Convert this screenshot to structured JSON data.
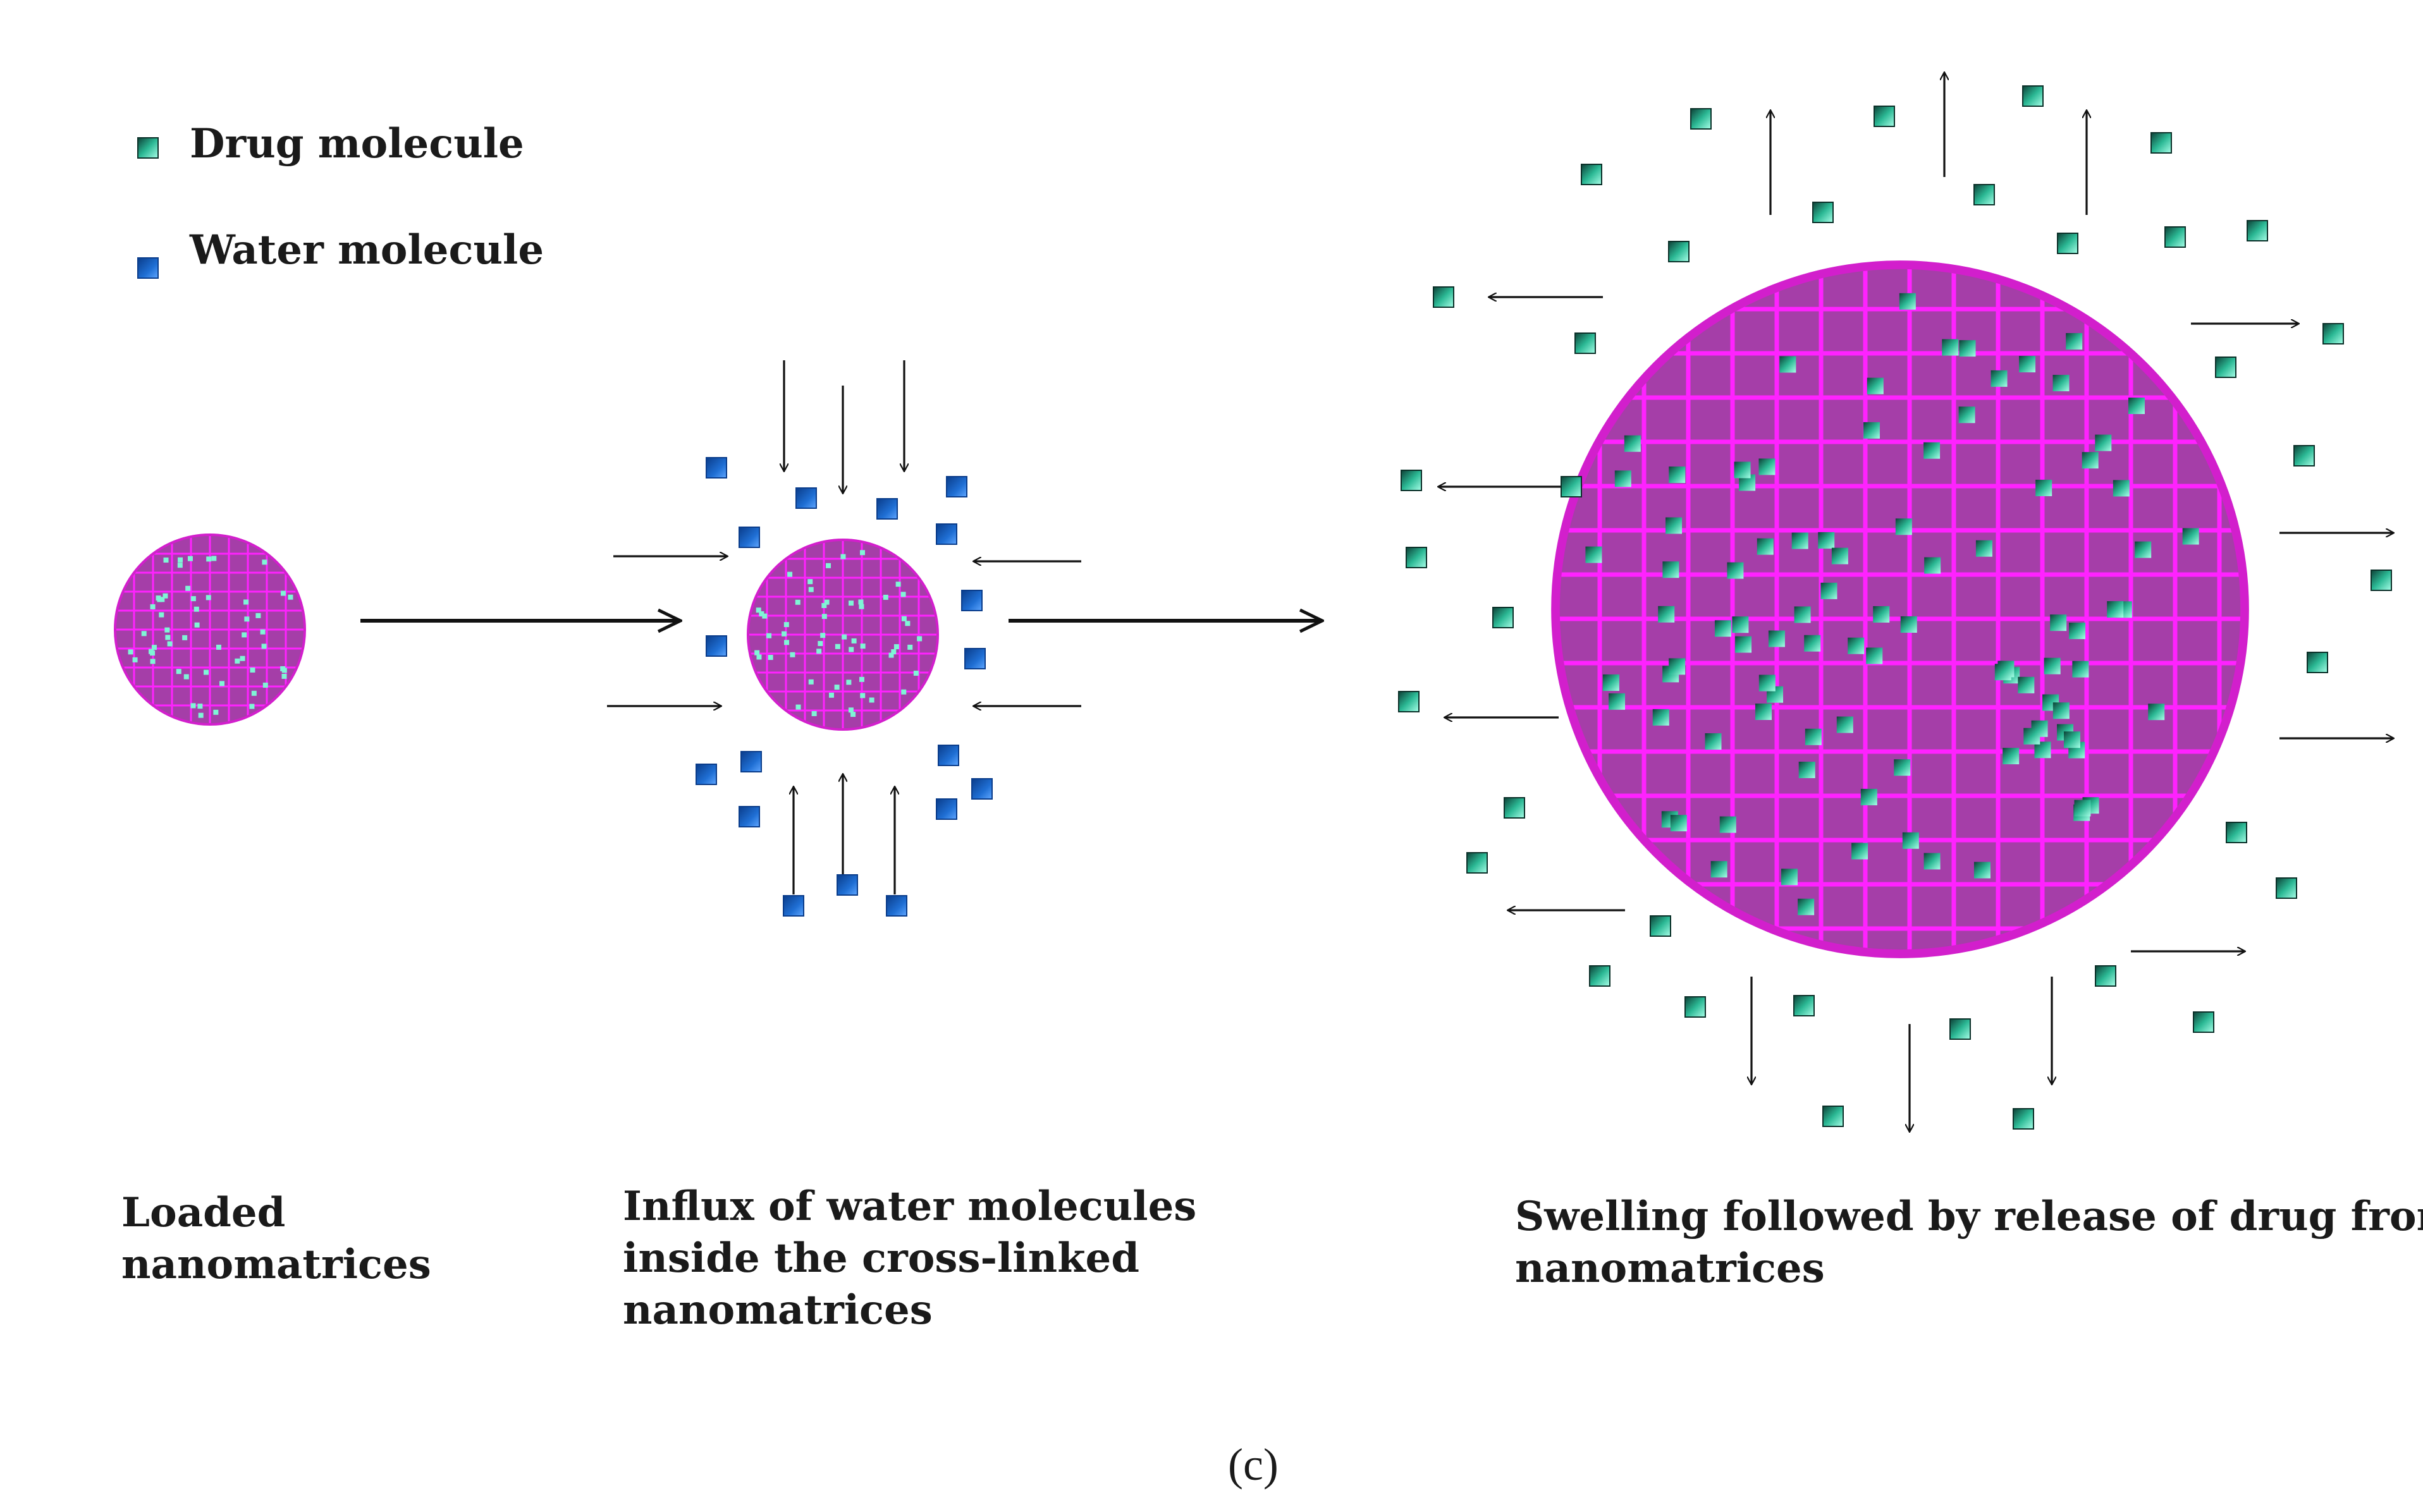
{
  "legend": {
    "drug_label": "Drug molecule",
    "water_label": "Water molecule"
  },
  "captions": {
    "stage1": [
      "Loaded",
      "nanomatrices"
    ],
    "stage2": [
      "Influx of water molecules",
      "inside the cross-linked",
      "nanomatrices"
    ],
    "stage3": [
      "Swelling followed by release of drug from",
      "nanomatrices"
    ]
  },
  "panel_label": "(c)",
  "colors": {
    "matrix_fill": "#a53ea8",
    "matrix_grid": "#ff22ff",
    "matrix_edge": "#d21fcc",
    "drug": "#1d7a66",
    "drug_light": "#7ff5d6",
    "water": "#1f6fd4",
    "water_dark": "#0a3c8a",
    "arrow": "#111111"
  }
}
